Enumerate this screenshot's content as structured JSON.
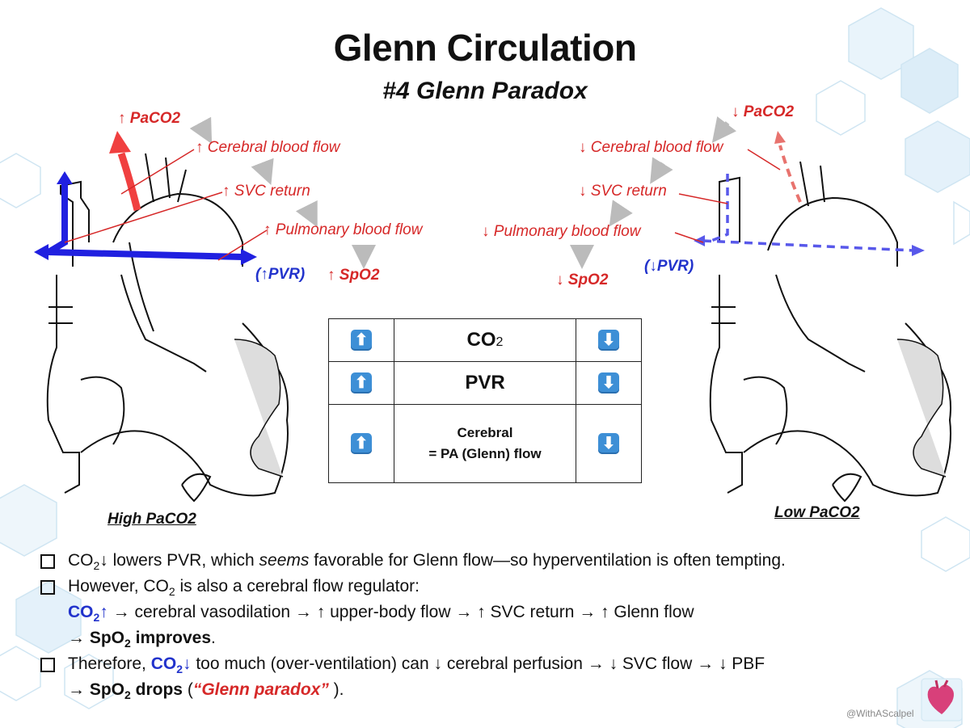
{
  "title": "Glenn Circulation",
  "subtitle": "#4 Glenn Paradox",
  "left_panel": {
    "chain": [
      "↑ PaCO2",
      "↑ Cerebral blood flow",
      "↑ SVC return",
      "↑ Pulmonary blood flow",
      "↑ SpO2"
    ],
    "pvr": "(↑PVR)",
    "label": "High PaCO2"
  },
  "right_panel": {
    "chain": [
      "↓ PaCO2",
      "↓ Cerebral blood flow",
      "↓ SVC return",
      "↓ Pulmonary blood flow",
      "↓ SpO2"
    ],
    "pvr": "(↓PVR)",
    "label": "Low PaCO2"
  },
  "summary_table": {
    "rows": [
      {
        "left": "⬆",
        "label": "CO",
        "label_sub": "2",
        "right": "⬇"
      },
      {
        "left": "⬆",
        "label": "PVR",
        "right": "⬇"
      },
      {
        "left": "⬆",
        "label_line1": "Cerebral",
        "label_line2": "= PA (Glenn) flow",
        "right": "⬇"
      }
    ]
  },
  "bullets": {
    "b1": {
      "p1": "CO",
      "sub": "2",
      "p2": "↓ lowers PVR, which ",
      "em": "seems",
      "p3": " favorable for Glenn flow—so hyperventilation is often tempting."
    },
    "b2": {
      "p1": "However, CO",
      "sub": "2",
      "p2": " is also a cerebral flow regulator:"
    },
    "b2a": {
      "co": "CO",
      "sub": "2",
      "arrow": "↑",
      "rest": " → cerebral vasodilation → ↑ upper-body flow → ↑ SVC return → ↑ Glenn flow"
    },
    "b2b": {
      "arrow": "→ ",
      "sp": "SpO",
      "sub": "2",
      "bold": " improves",
      "end": "."
    },
    "b3": {
      "p1": "Therefore, ",
      "co": "CO",
      "sub": "2",
      "arrow": "↓",
      "rest": " too much (over-ventilation) can ↓ cerebral perfusion → ↓ SVC flow → ↓ PBF"
    },
    "b3a": {
      "arrow": "→ ",
      "sp": "SpO",
      "sub": "2",
      "bold": " drops",
      "p_open": " (",
      "quote": "“Glenn paradox”",
      "p_close": " )."
    }
  },
  "watermark": "@WithAScalpel",
  "colors": {
    "red": "#d62828",
    "blue": "#2233cc",
    "pink": "#e8736e",
    "gray_arrow": "#bbbbbb"
  }
}
